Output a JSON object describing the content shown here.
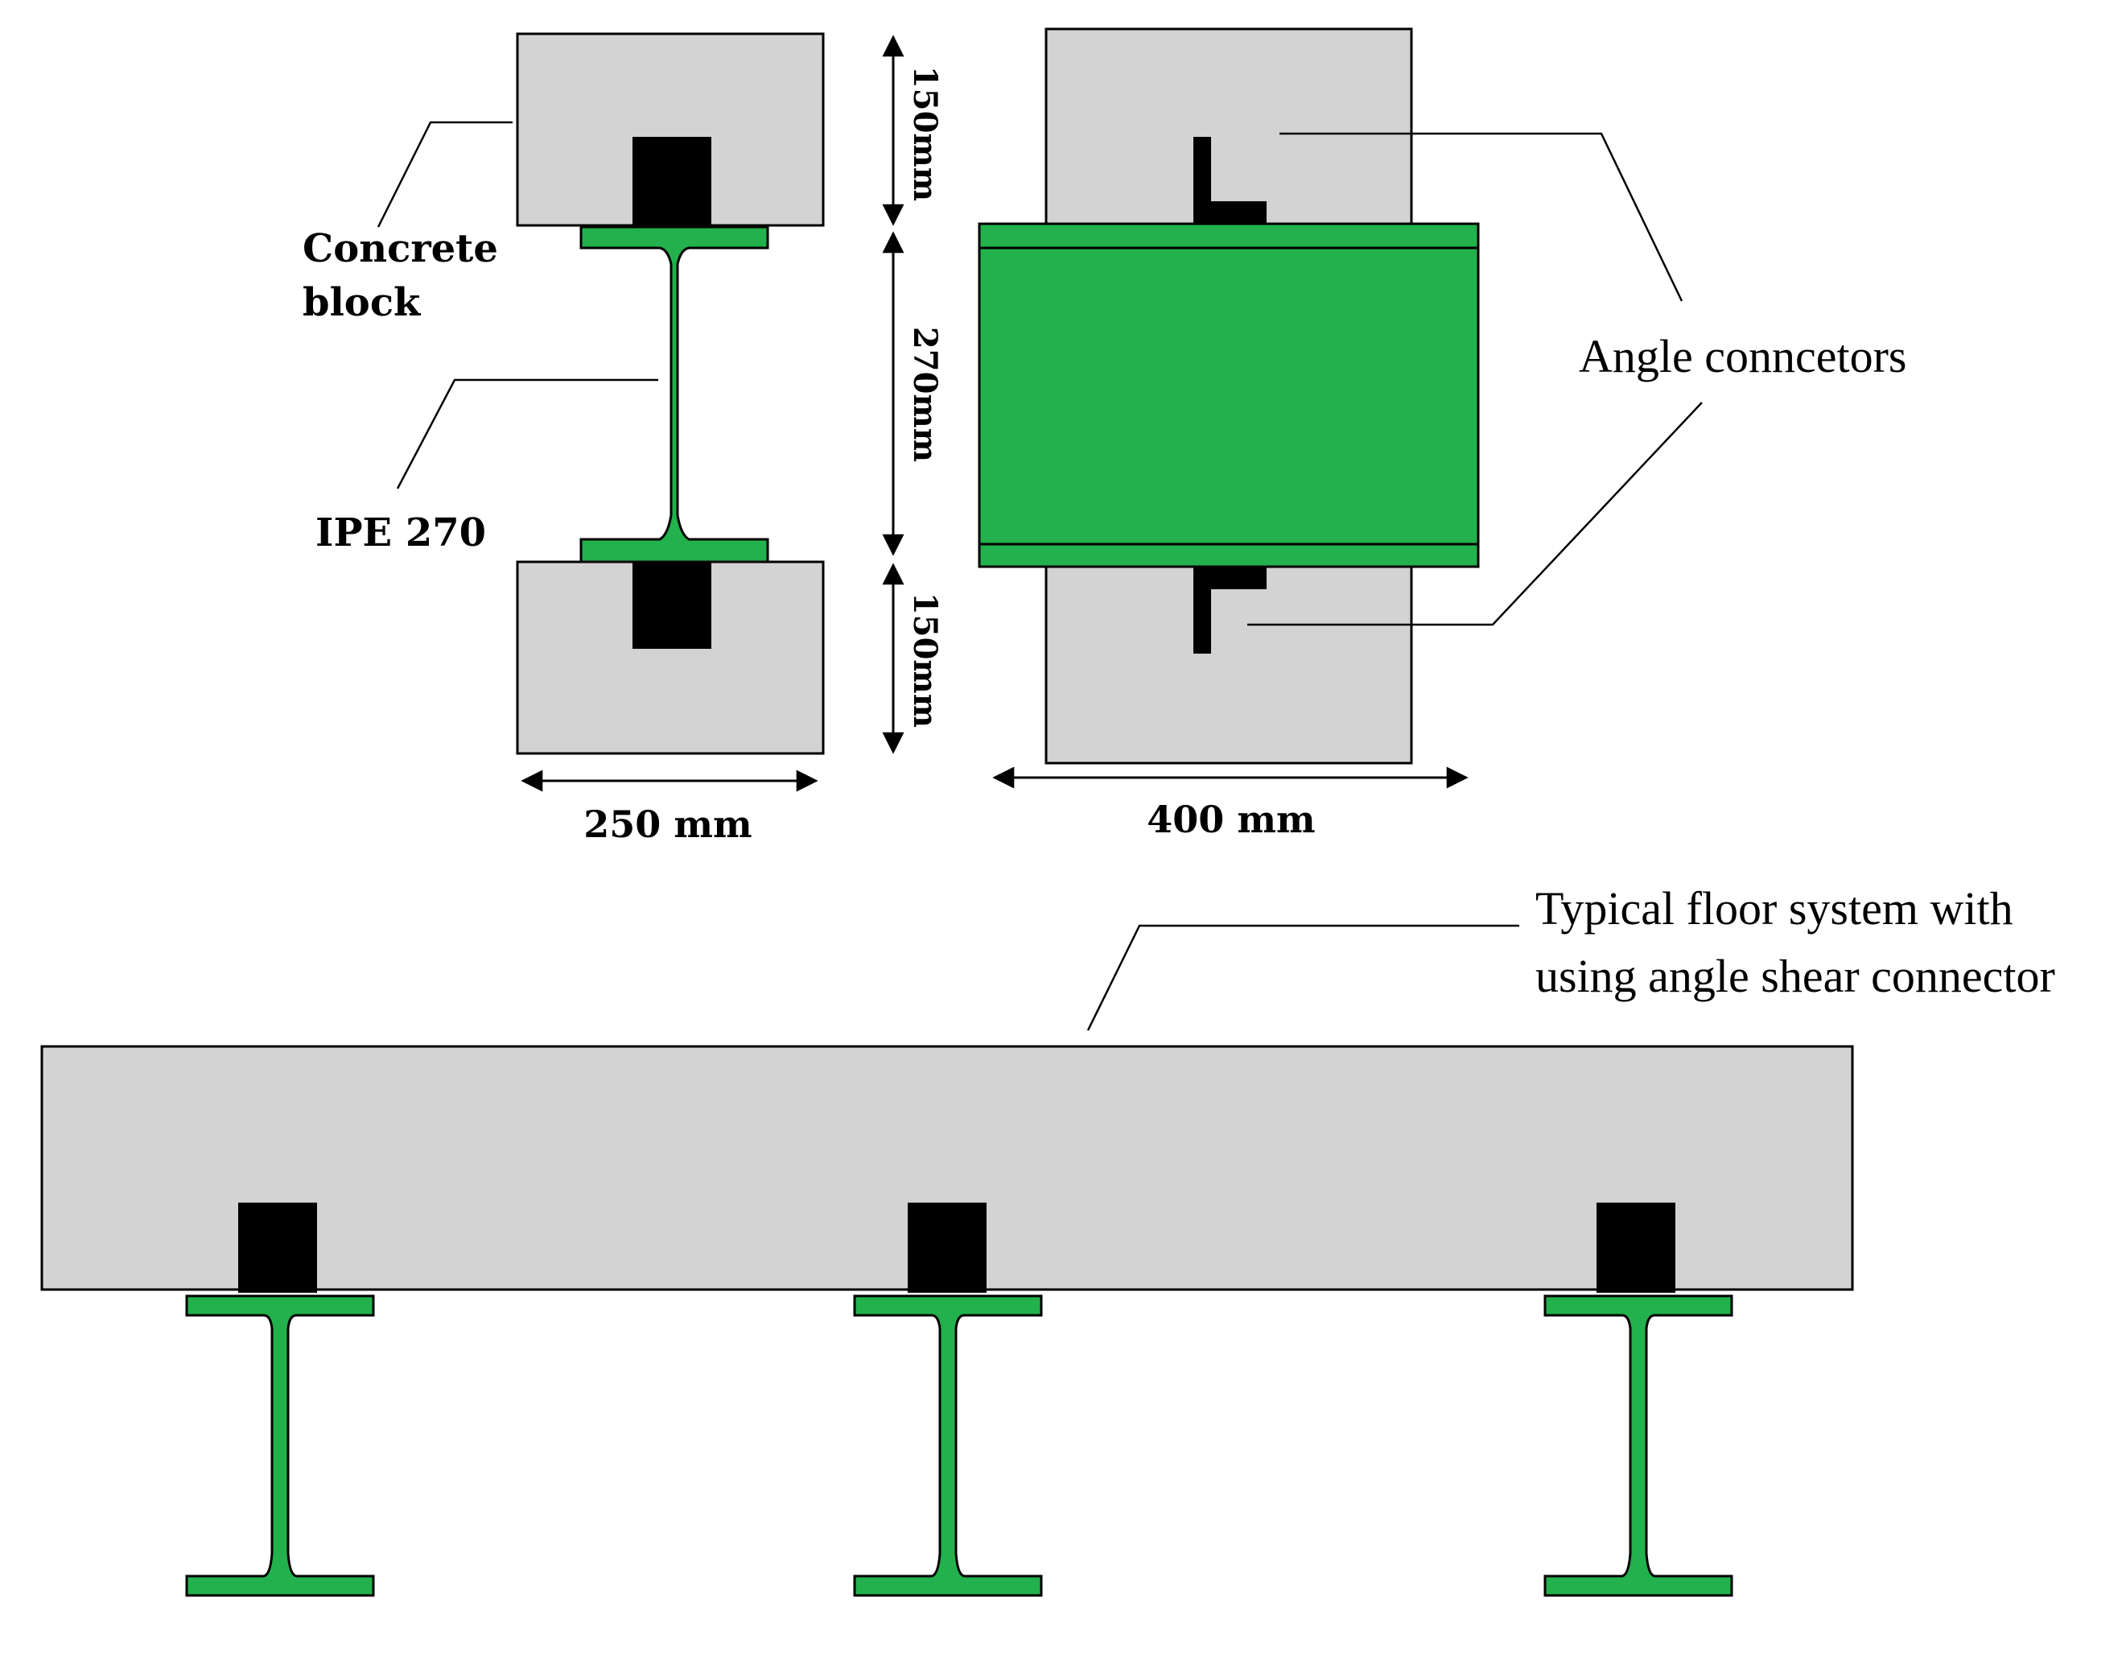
{
  "labels": {
    "concrete_block_line1": "Concrete",
    "concrete_block_line2": "block",
    "ipe": "IPE 270",
    "dim_top": "150mm",
    "dim_mid": "270mm",
    "dim_bottom": "150mm",
    "width_left": "250 mm",
    "width_right": "400 mm",
    "angle_connectors": "Angle conncetors",
    "floor_line1": "Typical floor system with",
    "floor_line2": "using angle shear connector"
  },
  "colors": {
    "concrete": "#d3d3d3",
    "steel": "#22b14c",
    "connector": "#000000",
    "outline": "#000000",
    "background": "#ffffff"
  },
  "icons": {
    "arrow": "double-headed-arrow",
    "connector": "angle-connector"
  }
}
